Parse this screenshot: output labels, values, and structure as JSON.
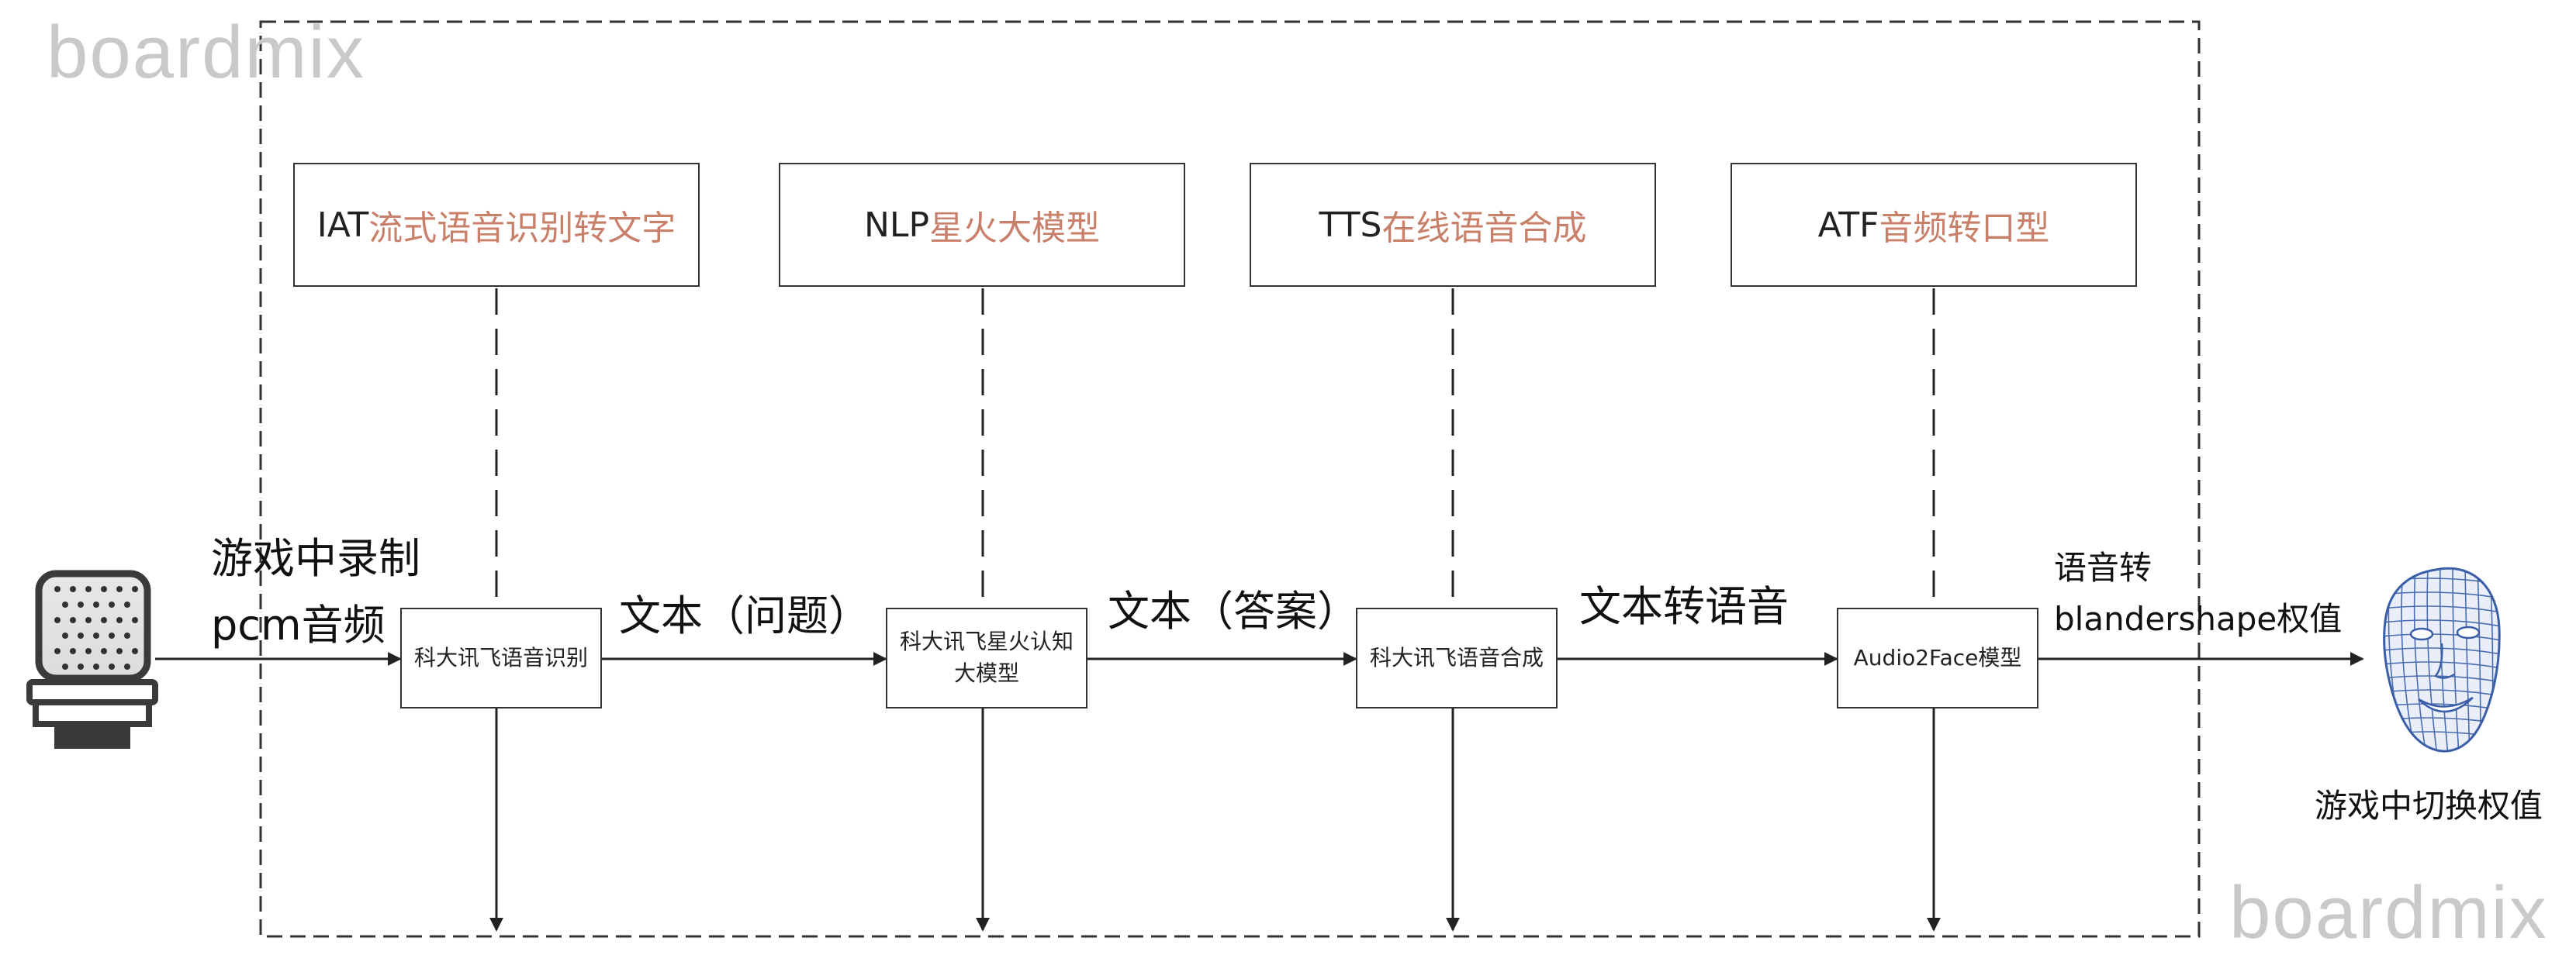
{
  "watermark": {
    "top": "boardmix",
    "bottom": "boardmix"
  },
  "services": [
    {
      "code": "IAT",
      "desc": "流式语音识别转文字"
    },
    {
      "code": "NLP",
      "desc": "星火大模型"
    },
    {
      "code": "TTS",
      "desc": "在线语音合成"
    },
    {
      "code": "ATF",
      "desc": "音频转口型"
    }
  ],
  "processes": [
    {
      "label": "科大讯飞语音识别"
    },
    {
      "label": "科大讯飞星火认知大模型"
    },
    {
      "label": "科大讯飞语音合成"
    },
    {
      "label": "Audio2Face模型"
    }
  ],
  "flow_labels": {
    "input_line1": "游戏中录制",
    "input_line2": "pcm音频",
    "edge1": "文本（问题）",
    "edge2": "文本（答案）",
    "edge3": "文本转语音",
    "edge4_line1": "语音转",
    "edge4_line2": "blandershape权值",
    "output": "游戏中切换权值"
  },
  "icons": {
    "input": "microphone-icon",
    "output": "3d-face-mesh-icon"
  },
  "colors": {
    "service_desc": "#c8806a",
    "lines": "#222222",
    "mesh": "#3a5fa8",
    "watermark": "#c9c9c9"
  }
}
